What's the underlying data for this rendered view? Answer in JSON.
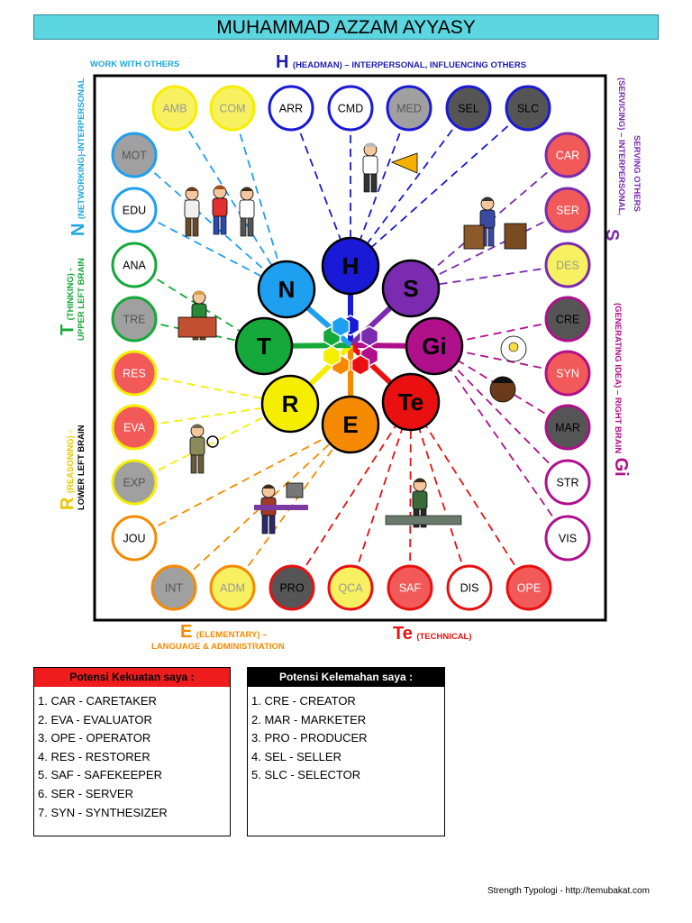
{
  "title": "MUHAMMAD AZZAM AYYASY",
  "labels": {
    "h_letter": "H",
    "h_text": "(HEADMAN) – INTERPERSONAL, INFLUENCING OTHERS",
    "work_with_others": "WORK WITH OTHERS",
    "n_letter": "N",
    "n_text": "(NETWORKING)-INTERPERSONAL",
    "t_letter": "T",
    "t_text1": "(THINKING) -",
    "t_text2": "UPPER LEFT BRAIN",
    "r_letter": "R",
    "r_text1": "(REASONING) -",
    "r_text2": "LOWER LEFT BRAIN",
    "s_letter": "S",
    "s_text1": "(SERVICING) – INTERPERSONAL,",
    "s_text2": "SERVING OTHERS",
    "gi_letter": "Gi",
    "gi_text": "(GENERATING IDEA) – RIGHT BRAIN",
    "e_letter": "E",
    "e_text1": "(ELEMENTARY) –",
    "e_text2": "LANGUAGE & ADMINISTRATION",
    "te_letter": "Te",
    "te_text": "(TECHNICAL)"
  },
  "center_nodes": [
    {
      "id": "H",
      "label": "H",
      "color": "#1a1ad6"
    },
    {
      "id": "S",
      "label": "S",
      "color": "#7a2bb0"
    },
    {
      "id": "Gi",
      "label": "Gi",
      "color": "#b0108a"
    },
    {
      "id": "Te",
      "label": "Te",
      "color": "#e81010"
    },
    {
      "id": "E",
      "label": "E",
      "color": "#f58a00"
    },
    {
      "id": "R",
      "label": "R",
      "color": "#f5ee00"
    },
    {
      "id": "T",
      "label": "T",
      "color": "#15a83a"
    },
    {
      "id": "N",
      "label": "N",
      "color": "#1e9ff0"
    }
  ],
  "outer_nodes": [
    {
      "code": "AMB",
      "fill": "#f7f060",
      "ring": "#f5ee00",
      "text": "#999999",
      "group": "N"
    },
    {
      "code": "COM",
      "fill": "#f7f060",
      "ring": "#f5ee00",
      "text": "#999999",
      "group": "N"
    },
    {
      "code": "ARR",
      "fill": "#ffffff",
      "ring": "#1a1ad6",
      "text": "#000000",
      "group": "H"
    },
    {
      "code": "CMD",
      "fill": "#ffffff",
      "ring": "#1a1ad6",
      "text": "#000000",
      "group": "H"
    },
    {
      "code": "MED",
      "fill": "#a0a0a0",
      "ring": "#1a1ad6",
      "text": "#555555",
      "group": "H"
    },
    {
      "code": "SEL",
      "fill": "#555555",
      "ring": "#1a1ad6",
      "text": "#000000",
      "group": "H"
    },
    {
      "code": "SLC",
      "fill": "#555555",
      "ring": "#1a1ad6",
      "text": "#000000",
      "group": "H"
    },
    {
      "code": "MOT",
      "fill": "#a0a0a0",
      "ring": "#1e9ff0",
      "text": "#555555",
      "group": "N"
    },
    {
      "code": "EDU",
      "fill": "#ffffff",
      "ring": "#1e9ff0",
      "text": "#000000",
      "group": "N"
    },
    {
      "code": "ANA",
      "fill": "#ffffff",
      "ring": "#15a83a",
      "text": "#000000",
      "group": "T"
    },
    {
      "code": "TRE",
      "fill": "#a0a0a0",
      "ring": "#15a83a",
      "text": "#555555",
      "group": "T"
    },
    {
      "code": "RES",
      "fill": "#f25a5a",
      "ring": "#f5ee00",
      "text": "#ffffff",
      "group": "R"
    },
    {
      "code": "EVA",
      "fill": "#f25a5a",
      "ring": "#f5ee00",
      "text": "#ffffff",
      "group": "R"
    },
    {
      "code": "EXP",
      "fill": "#a0a0a0",
      "ring": "#f5ee00",
      "text": "#555555",
      "group": "R"
    },
    {
      "code": "JOU",
      "fill": "#ffffff",
      "ring": "#f58a00",
      "text": "#000000",
      "group": "E"
    },
    {
      "code": "INT",
      "fill": "#a0a0a0",
      "ring": "#f58a00",
      "text": "#555555",
      "group": "E"
    },
    {
      "code": "ADM",
      "fill": "#f7f060",
      "ring": "#f58a00",
      "text": "#999999",
      "group": "E"
    },
    {
      "code": "PRO",
      "fill": "#555555",
      "ring": "#e81010",
      "text": "#000000",
      "group": "Te"
    },
    {
      "code": "QCA",
      "fill": "#f7f060",
      "ring": "#e81010",
      "text": "#999999",
      "group": "Te"
    },
    {
      "code": "SAF",
      "fill": "#f25a5a",
      "ring": "#e81010",
      "text": "#ffffff",
      "group": "Te"
    },
    {
      "code": "DIS",
      "fill": "#ffffff",
      "ring": "#e81010",
      "text": "#000000",
      "group": "Te"
    },
    {
      "code": "OPE",
      "fill": "#f25a5a",
      "ring": "#e81010",
      "text": "#ffffff",
      "group": "Te"
    },
    {
      "code": "CAR",
      "fill": "#f25a5a",
      "ring": "#7a2bb0",
      "text": "#ffffff",
      "group": "S"
    },
    {
      "code": "SER",
      "fill": "#f25a5a",
      "ring": "#7a2bb0",
      "text": "#ffffff",
      "group": "S"
    },
    {
      "code": "DES",
      "fill": "#f7f060",
      "ring": "#7a2bb0",
      "text": "#999999",
      "group": "S"
    },
    {
      "code": "CRE",
      "fill": "#555555",
      "ring": "#b0108a",
      "text": "#000000",
      "group": "Gi"
    },
    {
      "code": "SYN",
      "fill": "#f25a5a",
      "ring": "#b0108a",
      "text": "#ffffff",
      "group": "Gi"
    },
    {
      "code": "MAR",
      "fill": "#555555",
      "ring": "#b0108a",
      "text": "#000000",
      "group": "Gi"
    },
    {
      "code": "STR",
      "fill": "#ffffff",
      "ring": "#b0108a",
      "text": "#000000",
      "group": "Gi"
    },
    {
      "code": "VIS",
      "fill": "#ffffff",
      "ring": "#b0108a",
      "text": "#000000",
      "group": "Gi"
    }
  ],
  "strengths": {
    "header": "Potensi Kekuatan saya :",
    "items": [
      "1. CAR - CARETAKER",
      "2. EVA - EVALUATOR",
      "3. OPE - OPERATOR",
      "4. RES - RESTORER",
      "5. SAF - SAFEKEEPER",
      "6. SER - SERVER",
      "7. SYN - SYNTHESIZER"
    ]
  },
  "weaknesses": {
    "header": "Potensi Kelemahan saya :",
    "items": [
      "1. CRE - CREATOR",
      "2. MAR - MARKETER",
      "3. PRO - PRODUCER",
      "4. SEL - SELLER",
      "5. SLC - SELECTOR"
    ]
  },
  "footer": "Strength Typologi - http://temubakat.com"
}
